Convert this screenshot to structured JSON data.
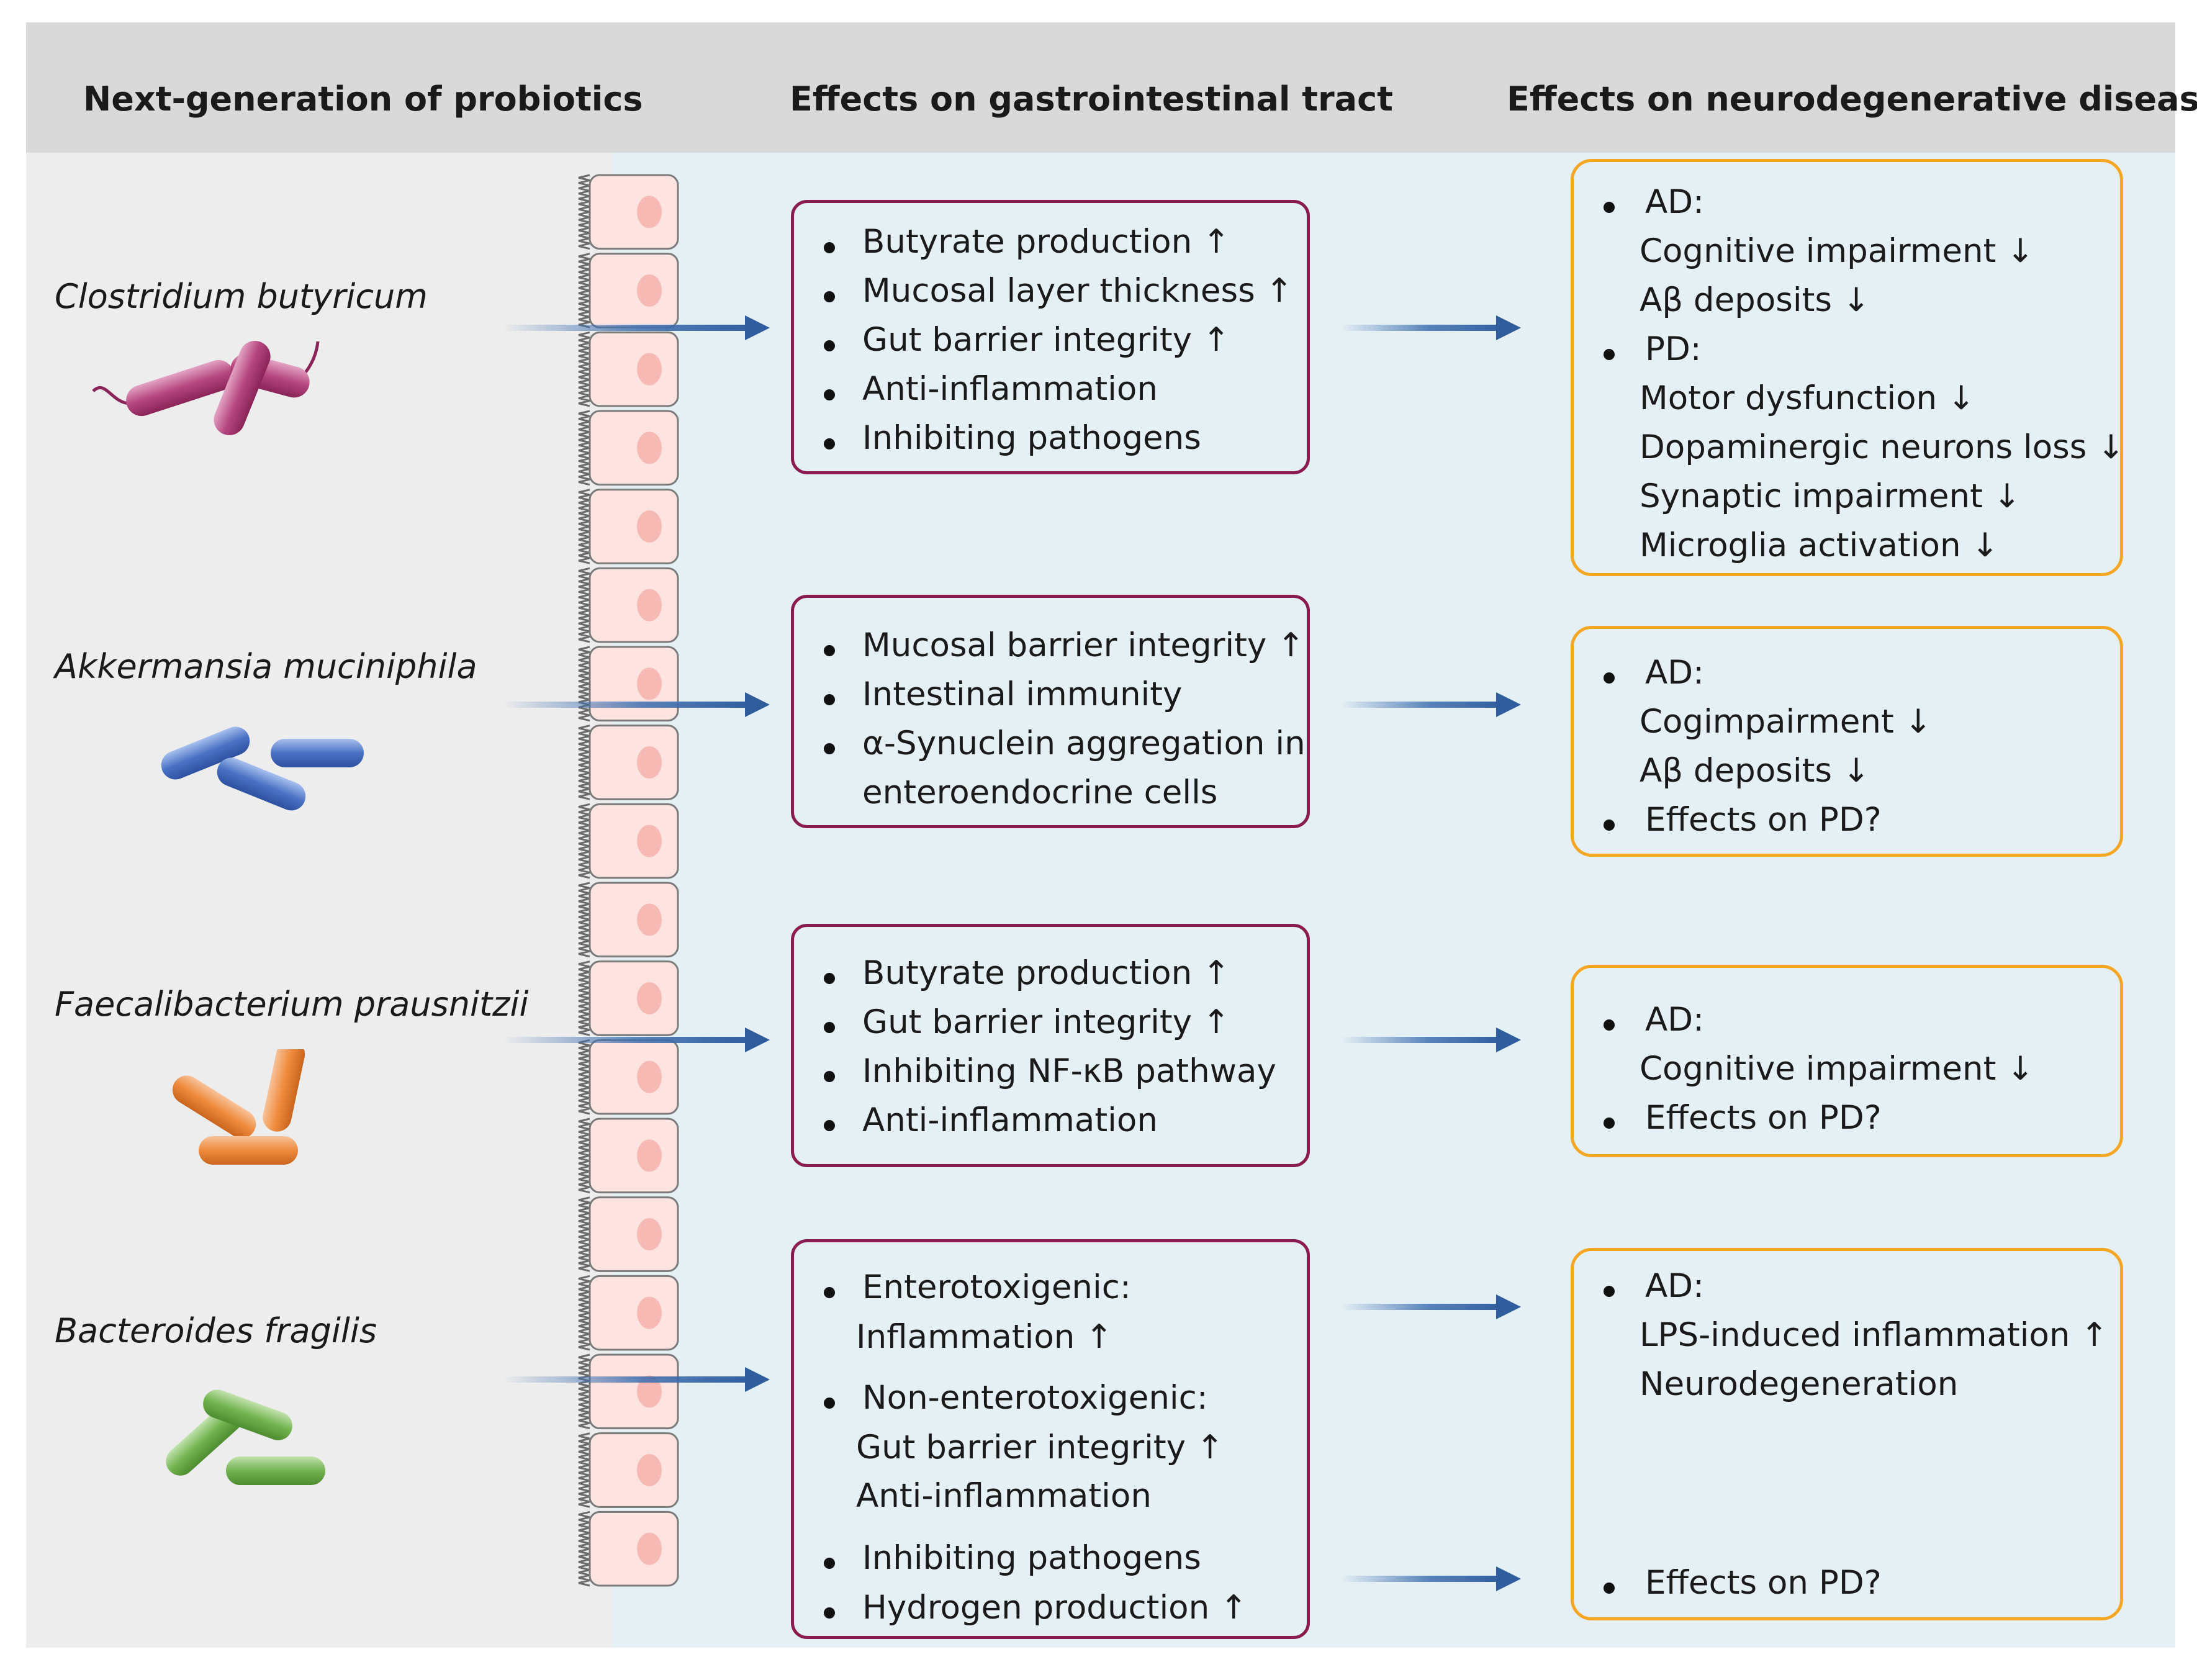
{
  "headers": {
    "col1": "Next-generation of probiotics",
    "col2": "Effects on gastrointestinal tract",
    "col3": "Effects on neurodegenerative diseases"
  },
  "colors": {
    "header_bg": "#d9d9d9",
    "left_bg": "#ededed",
    "right_bg": "#e5f0f5",
    "gi_border": "#8a1c4f",
    "nd_border": "#f5a623",
    "arrow": "#3f6fb0",
    "clostridium": "#b5467f",
    "akkermansia": "#4a72c4",
    "faecalibacterium": "#ef8a3c",
    "bacteroides": "#72b34f"
  },
  "species": [
    {
      "name": "Clostridium butyricum",
      "icon": "rod-bacteria-with-flagella-icon",
      "gi": [
        {
          "bullet": true,
          "text": "Butyrate production ↑"
        },
        {
          "bullet": true,
          "text": "Mucosal layer thickness ↑"
        },
        {
          "bullet": true,
          "text": "Gut barrier integrity ↑"
        },
        {
          "bullet": true,
          "text": "Anti-inflammation"
        },
        {
          "bullet": true,
          "text": "Inhibiting pathogens"
        }
      ],
      "nd": [
        {
          "bullet": true,
          "text": "AD:"
        },
        {
          "bullet": false,
          "text": "Cognitive impairment ↓"
        },
        {
          "bullet": false,
          "text": "Aβ deposits ↓"
        },
        {
          "bullet": true,
          "text": "PD:"
        },
        {
          "bullet": false,
          "text": "Motor dysfunction ↓"
        },
        {
          "bullet": false,
          "text": "Dopaminergic neurons loss ↓"
        },
        {
          "bullet": false,
          "text": "Synaptic impairment ↓"
        },
        {
          "bullet": false,
          "text": "Microglia activation ↓"
        }
      ]
    },
    {
      "name": "Akkermansia muciniphila",
      "icon": "rod-bacteria-icon",
      "gi": [
        {
          "bullet": true,
          "text": "Mucosal barrier integrity ↑"
        },
        {
          "bullet": true,
          "text": "Intestinal immunity"
        },
        {
          "bullet": true,
          "text": "α-Synuclein aggregation in"
        },
        {
          "bullet": false,
          "text": "enteroendocrine cells"
        }
      ],
      "nd": [
        {
          "bullet": true,
          "text": "AD:"
        },
        {
          "bullet": false,
          "text": "Cogimpairment ↓"
        },
        {
          "bullet": false,
          "text": "Aβ deposits ↓"
        },
        {
          "bullet": true,
          "text": "Effects on PD?"
        }
      ]
    },
    {
      "name": "Faecalibacterium prausnitzii",
      "icon": "rod-bacteria-icon",
      "gi": [
        {
          "bullet": true,
          "text": "Butyrate production ↑"
        },
        {
          "bullet": true,
          "text": "Gut barrier integrity ↑"
        },
        {
          "bullet": true,
          "text": "Inhibiting NF-κB pathway"
        },
        {
          "bullet": true,
          "text": "Anti-inflammation"
        }
      ],
      "nd": [
        {
          "bullet": true,
          "text": "AD:"
        },
        {
          "bullet": false,
          "text": "Cognitive impairment ↓"
        },
        {
          "bullet": true,
          "text": "Effects on PD?"
        }
      ]
    },
    {
      "name": "Bacteroides fragilis",
      "icon": "rod-bacteria-icon",
      "gi": [
        {
          "bullet": true,
          "text": "Enterotoxigenic:"
        },
        {
          "bullet": false,
          "text": "Inflammation ↑"
        },
        {
          "bullet": true,
          "text": "Non-enterotoxigenic:"
        },
        {
          "bullet": false,
          "text": "Gut barrier integrity ↑"
        },
        {
          "bullet": false,
          "text": "Anti-inflammation"
        },
        {
          "bullet": true,
          "text": "Inhibiting pathogens"
        },
        {
          "bullet": true,
          "text": "Hydrogen production ↑"
        }
      ],
      "nd": [
        {
          "bullet": true,
          "text": "AD:"
        },
        {
          "bullet": false,
          "text": "LPS-induced inflammation ↑"
        },
        {
          "bullet": false,
          "text": "Neurodegeneration"
        },
        {
          "bullet": true,
          "text": "Effects on PD?"
        }
      ]
    }
  ]
}
